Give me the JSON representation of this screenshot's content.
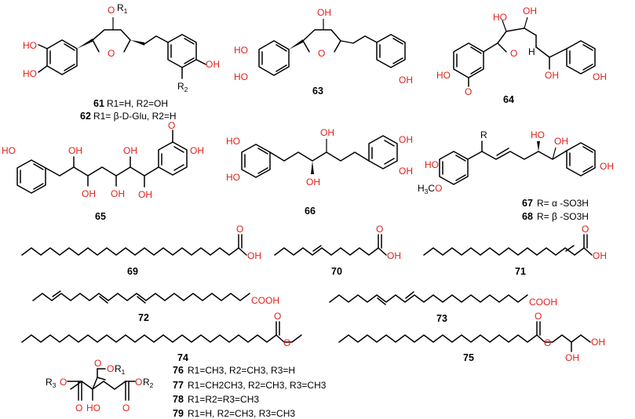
{
  "labels": {
    "oh": "OH",
    "ho": "HO",
    "o": "O",
    "h": "H",
    "r": "R",
    "o_r1": "O",
    "r1": "R",
    "r2": "R",
    "h3co": "H",
    "cooh": "COOH"
  },
  "captions": {
    "c61": "61",
    "c61_text": "R1=H, R2=OH",
    "c62": "62",
    "c62_text": "R1= β-D-Glu, R2=H",
    "c63": "63",
    "c64": "64",
    "c65": "65",
    "c66": "66",
    "c67": "67",
    "c67_text": "R= α -SO3H",
    "c68": "68",
    "c68_text": "R= β -SO3H",
    "c69": "69",
    "c70": "70",
    "c71": "71",
    "c72": "72",
    "c73": "73",
    "c74": "74",
    "c75": "75",
    "c76": "76",
    "c76_text": "R1=CH3, R2=CH3, R3=H",
    "c77": "77",
    "c77_text": "R1=CH2CH3, R2=CH3, R3=CH3",
    "c78": "78",
    "c78_text": "R1=R2=R3=CH3",
    "c79": "79",
    "c79_text": "R1=H, R2=CH3, R3=CH3"
  },
  "colors": {
    "heteroatom": "#e0201b",
    "bond": "#000000"
  }
}
